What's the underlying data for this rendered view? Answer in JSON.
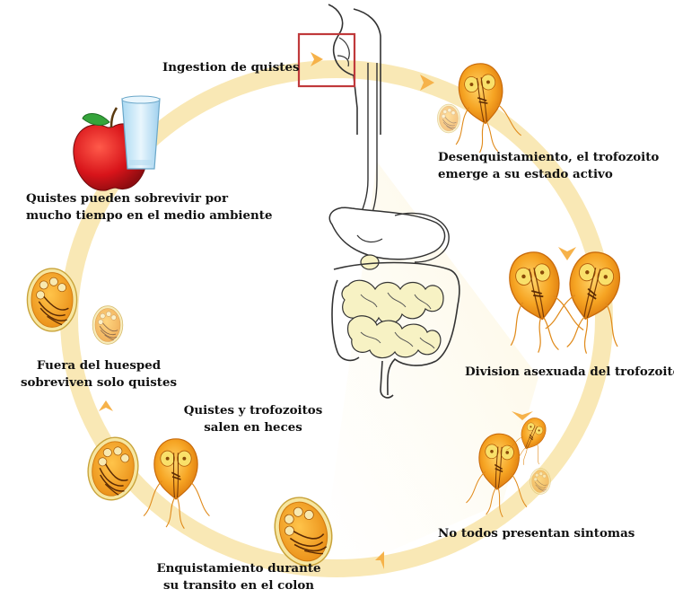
{
  "labels": {
    "ingestion": "Ingestion de quistes",
    "excystation": [
      "Desenquistamiento, el trofozoito",
      "emerge a su estado activo"
    ],
    "division": "Division asexuada del trofozoito",
    "symptoms": "No todos presentan sintomas",
    "encystation": [
      "Enquistamiento durante",
      "su transito  en el colon"
    ],
    "feces": [
      "Quistes y trofozoitos",
      "salen en heces"
    ],
    "outside_host": [
      "Fuera del huesped",
      "sobreviven solo  quistes"
    ],
    "survive": [
      "Quistes pueden sobrevivir  por",
      "mucho tiempo en el medio ambiente"
    ]
  },
  "colors": {
    "cycle_arrow": "#f7e3a6",
    "arrow_head": "#f6b24a",
    "trophozoite_fill": "#f39a1c",
    "trophozoite_dark": "#c8600a",
    "cyst_fill": "#f0a928",
    "cyst_rim": "#e6c84e",
    "highlight_box": "#c0393b",
    "intestine_fill": "#f7f2c4",
    "apple": "#d4181d",
    "leaf": "#35a43b",
    "glass": "#cfe9f8"
  }
}
